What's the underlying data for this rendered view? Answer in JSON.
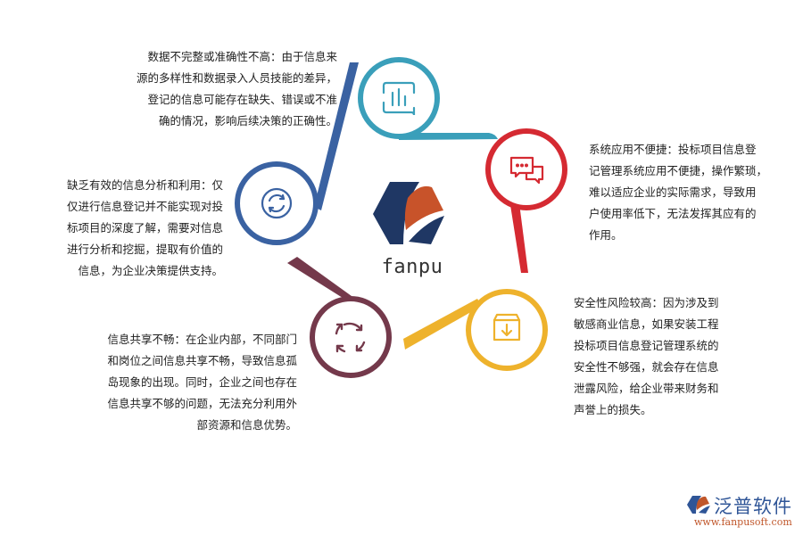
{
  "colors": {
    "teal": "#3a9fba",
    "red": "#d52a32",
    "yellow": "#eeb22c",
    "maroon": "#74394b",
    "blue": "#3a62a2",
    "logo_navy": "#1f3764",
    "logo_orange": "#c8532a",
    "brand_blue": "#2f5597",
    "brand_orange": "#c0562a"
  },
  "center_logo": {
    "text": "fanpu",
    "icon": "fanpu-hexagon-logo-icon"
  },
  "nodes": [
    {
      "id": "data-quality",
      "color": "teal",
      "icon": "bar-chart-icon",
      "lines": [
        "数据不完整或准确性不高：由于信息来",
        "源的多样性和数据录入人员技能的差异，",
        "登记的信息可能存在缺失、错误或不准",
        "确的情况，影响后续决策的正确性。"
      ]
    },
    {
      "id": "inconvenient-use",
      "color": "red",
      "icon": "chat-bubbles-icon",
      "lines": [
        "系统应用不便捷：投标项目信息登",
        "记管理系统应用不便捷，操作繁琐，",
        "难以适应企业的实际需求，导致用",
        "户使用率低下，无法发挥其应有的",
        "作用。"
      ]
    },
    {
      "id": "security-risk",
      "color": "yellow",
      "icon": "archive-download-icon",
      "lines": [
        "安全性风险较高：因为涉及到",
        "敏感商业信息，如果安装工程",
        "投标项目信息登记管理系统的",
        "安全性不够强，就会存在信息",
        "泄露风险，给企业带来财务和",
        "声誉上的损失。"
      ]
    },
    {
      "id": "info-sharing",
      "color": "maroon",
      "icon": "cycle-arrows-icon",
      "lines": [
        "信息共享不畅：在企业内部，不同部门",
        "和岗位之间信息共享不畅，导致信息孤",
        "岛现象的出现。同时，企业之间也存在",
        "信息共享不够的问题，无法充分利用外",
        "部资源和信息优势。"
      ]
    },
    {
      "id": "analysis-lack",
      "color": "blue",
      "icon": "refresh-circle-icon",
      "lines": [
        "缺乏有效的信息分析和利用：仅",
        "仅进行信息登记并不能实现对投",
        "标项目的深度了解，需要对信息",
        "进行分析和挖掘，提取有价值的",
        "信息，为企业决策提供支持。"
      ]
    }
  ],
  "brand": {
    "name": "泛普软件",
    "url": "www.fanpusoft.com"
  }
}
